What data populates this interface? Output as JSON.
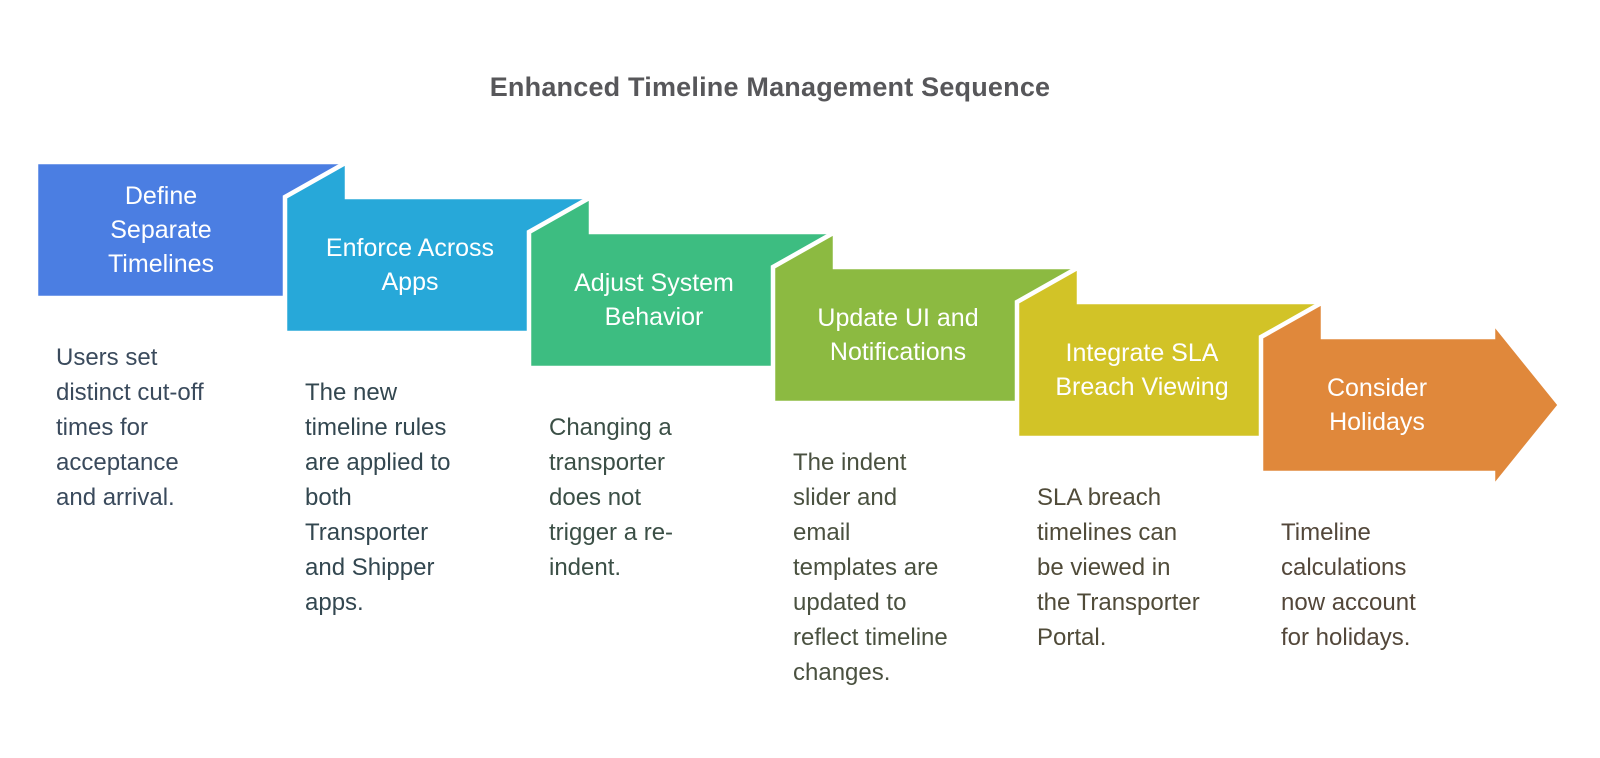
{
  "title": "Enhanced Timeline Management Sequence",
  "title_color": "#57575A",
  "background_color": "#FFFFFF",
  "steps": [
    {
      "label": "Define\nSeparate\nTimelines",
      "description": "Users set\ndistinct cut-off\ntimes for\nacceptance\nand arrival.",
      "color": "#4B7EE2",
      "description_color": "#3A4A5C"
    },
    {
      "label": "Enforce Across\nApps",
      "description": "The new\ntimeline rules\nare applied to\nboth\nTransporter\nand Shipper\napps.",
      "color": "#27A8D9",
      "description_color": "#334750"
    },
    {
      "label": "Adjust System\nBehavior",
      "description": "Changing a\ntransporter\ndoes not\ntrigger a re-\nindent.",
      "color": "#3DBD81",
      "description_color": "#3B4F46"
    },
    {
      "label": "Update UI and\nNotifications",
      "description": "The indent\nslider and\nemail\ntemplates are\nupdated to\nreflect timeline\nchanges.",
      "color": "#8CBA41",
      "description_color": "#4A5140"
    },
    {
      "label": "Integrate SLA\nBreach Viewing",
      "description": "SLA breach\ntimelines can\nbe viewed in\nthe Transporter\nPortal.",
      "color": "#D2C327",
      "description_color": "#504B39"
    },
    {
      "label": "Consider\nHolidays",
      "description": "Timeline\ncalculations\nnow account\nfor holidays.",
      "color": "#E0883B",
      "description_color": "#53473A"
    }
  ]
}
